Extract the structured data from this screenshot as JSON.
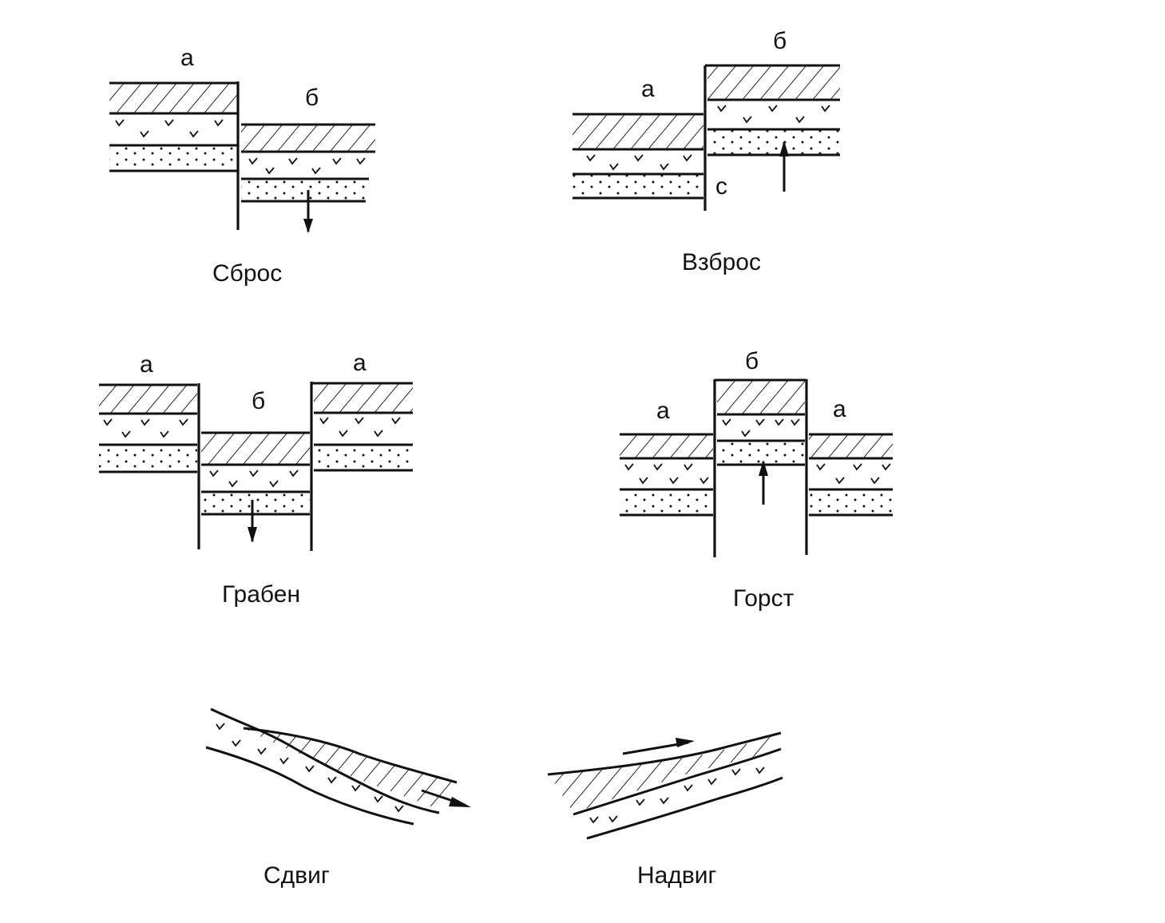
{
  "normal_fault": {
    "title": "Сброс",
    "label_a": "а",
    "label_b": "б"
  },
  "reverse_fault": {
    "title": "Взброс",
    "label_a": "а",
    "label_b": "б",
    "label_c": "с"
  },
  "graben": {
    "title": "Грабен",
    "label_a_left": "а",
    "label_b": "б",
    "label_a_right": "а"
  },
  "horst": {
    "title": "Горст",
    "label_b": "б",
    "label_a_left": "а",
    "label_a_right": "а"
  },
  "strike_slip": {
    "title": "Сдвиг"
  },
  "thrust": {
    "title": "Надвиг"
  },
  "legend_patterns": [
    "hatched-layer",
    "v-marked-layer",
    "dotted-layer"
  ]
}
